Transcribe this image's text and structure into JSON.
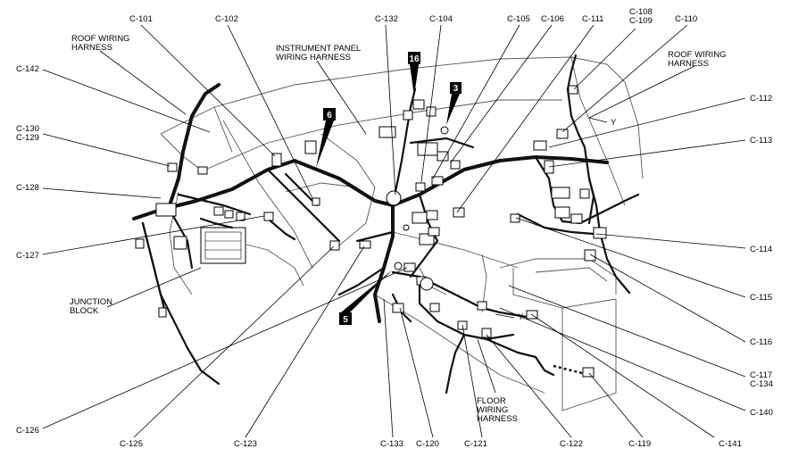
{
  "connectors": {
    "c101": "C-101",
    "c102": "C-102",
    "c132": "C-132",
    "c104": "C-104",
    "c105": "C-105",
    "c106": "C-106",
    "c111": "C-111",
    "c108": "C-108",
    "c109": "C-109",
    "c110": "C-110",
    "c142": "C-142",
    "c130": "C-130",
    "c129": "C-129",
    "c128": "C-128",
    "c127": "C-127",
    "c112": "C-112",
    "c113": "C-113",
    "c114": "C-114",
    "c115": "C-115",
    "c116": "C-116",
    "c117": "C-117",
    "c134": "C-134",
    "c140": "C-140",
    "c141": "C-141",
    "c119": "C-119",
    "c122": "C-122",
    "c121": "C-121",
    "c120": "C-120",
    "c133": "C-133",
    "c123": "C-123",
    "c125": "C-125",
    "c126": "C-126"
  },
  "harness_labels": {
    "roof_left_1": "ROOF WIRING",
    "roof_left_2": "HARNESS",
    "instrument_1": "INSTRUMENT PANEL",
    "instrument_2": "WIRING HARNESS",
    "roof_right_1": "ROOF WIRING",
    "roof_right_2": "HARNESS",
    "junction_1": "JUNCTION",
    "junction_2": "BLOCK",
    "floor_1": "FLOOR",
    "floor_2": "WIRING",
    "floor_3": "HARNESS"
  },
  "callouts": {
    "n16": "16",
    "n3": "3",
    "n6": "6",
    "n5": "5"
  },
  "splice_marks": {
    "y_upper": "Y",
    "y_lower": "Y"
  }
}
